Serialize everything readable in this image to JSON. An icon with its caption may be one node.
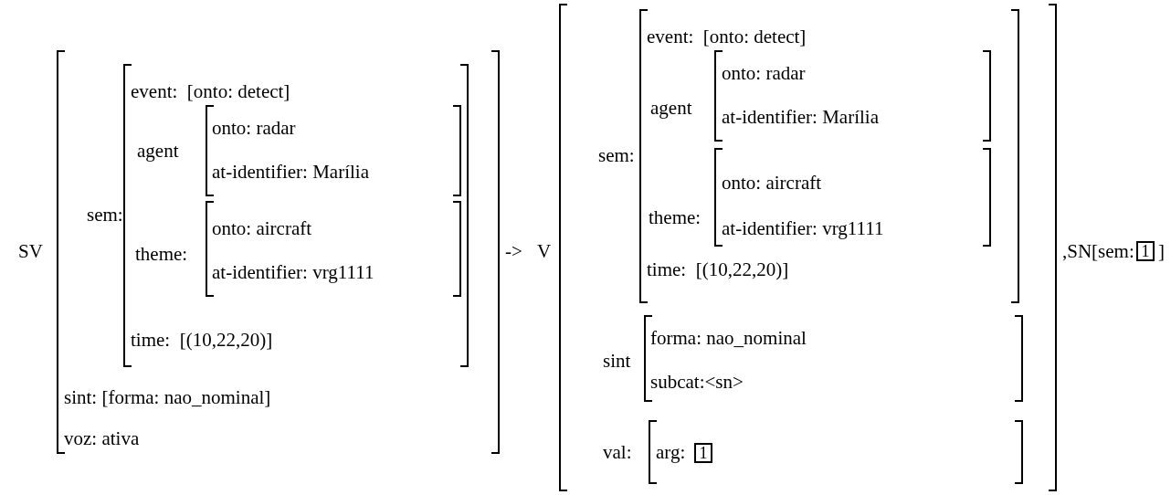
{
  "diagram": {
    "nodes": [
      {
        "text": [
          "SV",
          "sint: [forma: nao_nominal]",
          "voz: ativa"
        ]
      },
      {
        "text": [
          "sem:",
          "event:  [onto: detect]",
          "time:  [(10,22,20)]"
        ],
        "in": 0
      },
      {
        "text": [
          "agent",
          "onto: radar",
          "at-identifier: Marília"
        ],
        "in": 1
      },
      {
        "text": [
          "theme:",
          "onto: aircraft",
          "at-identifier: vrg1111"
        ],
        "in": 1
      },
      {
        "text": [
          "V"
        ]
      },
      {
        "text": [
          "sem:",
          "event:  [onto: detect]",
          "time:  [(10,22,20)]"
        ],
        "in": 4
      },
      {
        "text": [
          "agent",
          "onto: radar",
          "at-identifier: Marília"
        ],
        "in": 5
      },
      {
        "text": [
          "theme:",
          "onto: aircraft",
          "at-identifier: vrg1111"
        ],
        "in": 5
      },
      {
        "text": [
          "sint",
          "forma: nao_nominal",
          "subcat:<sn>"
        ],
        "in": 4
      },
      {
        "text": [
          "val:",
          "arg:"
        ],
        "in": 4
      },
      {
        "text": [
          "1"
        ],
        "in": 9
      },
      {
        "text": [
          "1"
        ]
      }
    ],
    "labels": [
      "->",
      ",SN[sem:",
      "]"
    ]
  }
}
